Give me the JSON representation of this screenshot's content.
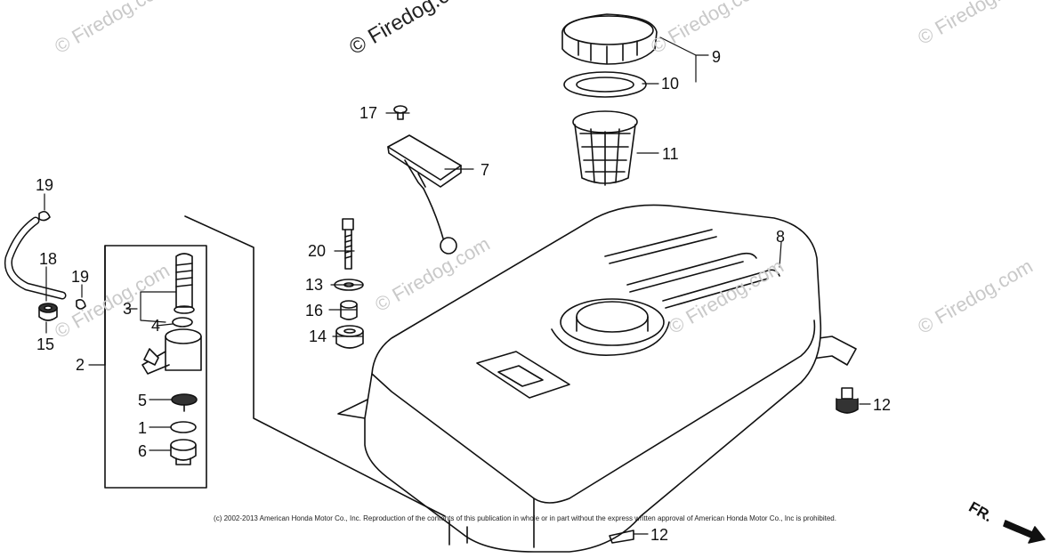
{
  "watermarks": {
    "main": "© Firedog.com",
    "faint": "© Firedog.com"
  },
  "callouts": {
    "c1": "1",
    "c2": "2",
    "c3": "3",
    "c4": "4",
    "c5": "5",
    "c6": "6",
    "c7": "7",
    "c8": "8",
    "c9": "9",
    "c10": "10",
    "c11": "11",
    "c12a": "12",
    "c12b": "12",
    "c13": "13",
    "c14": "14",
    "c15": "15",
    "c16": "16",
    "c17": "17",
    "c18": "18",
    "c19a": "19",
    "c19b": "19",
    "c20": "20"
  },
  "copyright": "(c) 2002-2013 American Honda Motor Co., Inc. Reproduction of the contents of this publication in whole or in part without the express written approval of American Honda Motor Co., Inc is prohibited.",
  "direction_label": "FR."
}
